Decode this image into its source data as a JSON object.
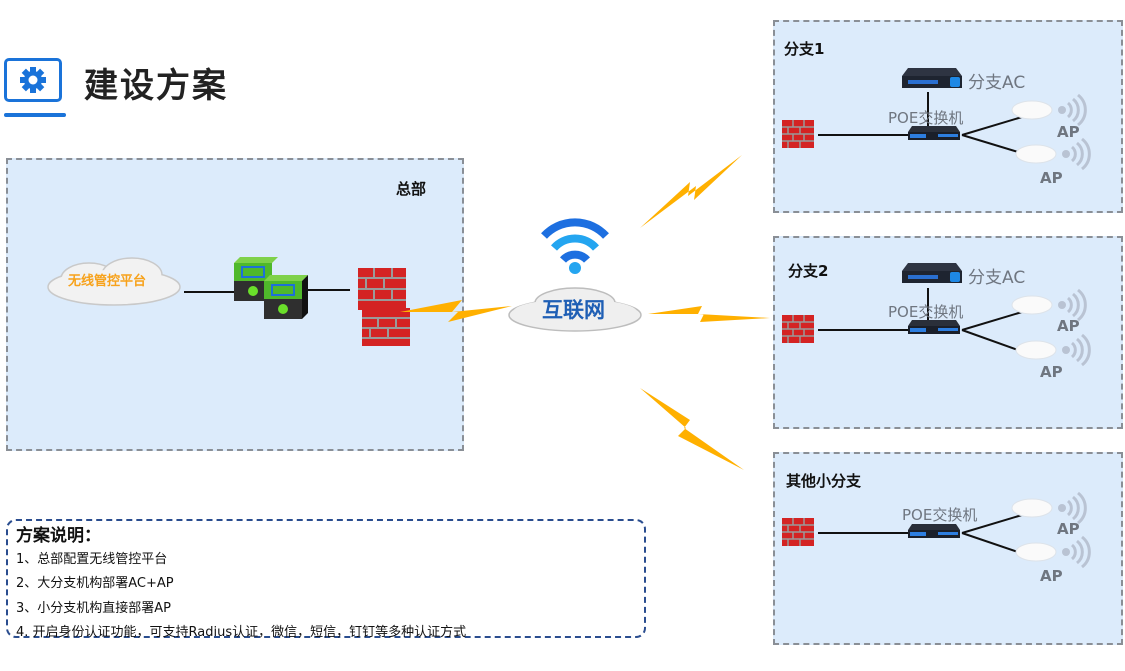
{
  "header": {
    "title": "建设方案",
    "icon": "gear-monitor-icon"
  },
  "hq": {
    "label": "总部",
    "platform_label": "无线管控平台",
    "devices": [
      "core-switch-icon",
      "core-switch-icon",
      "firewall-icon"
    ]
  },
  "internet": {
    "label": "互联网",
    "icon": "wifi-icon"
  },
  "branches": [
    {
      "label": "分支1",
      "ac_label": "分支AC",
      "switch_label": "POE交换机",
      "ap_labels": [
        "AP",
        "AP"
      ]
    },
    {
      "label": "分支2",
      "ac_label": "分支AC",
      "switch_label": "POE交换机",
      "ap_labels": [
        "AP",
        "AP"
      ]
    },
    {
      "label": "其他小分支",
      "switch_label": "POE交换机",
      "ap_labels": [
        "AP",
        "AP"
      ]
    }
  ],
  "notes": {
    "title": "方案说明：",
    "items": [
      "1、总部配置无线管控平台",
      "2、大分支机构部署AC+AP",
      "3、小分支机构直接部署AP",
      "4.  开启身份认证功能，可支持Radius认证，微信，短信，钉钉等多种认证方式"
    ]
  },
  "colors": {
    "accent": "#1a73d9",
    "zone_bg": "#dcebfb",
    "bolt": "#ffb000",
    "firewall": "#d42323",
    "platform_text": "#f7a21b"
  }
}
